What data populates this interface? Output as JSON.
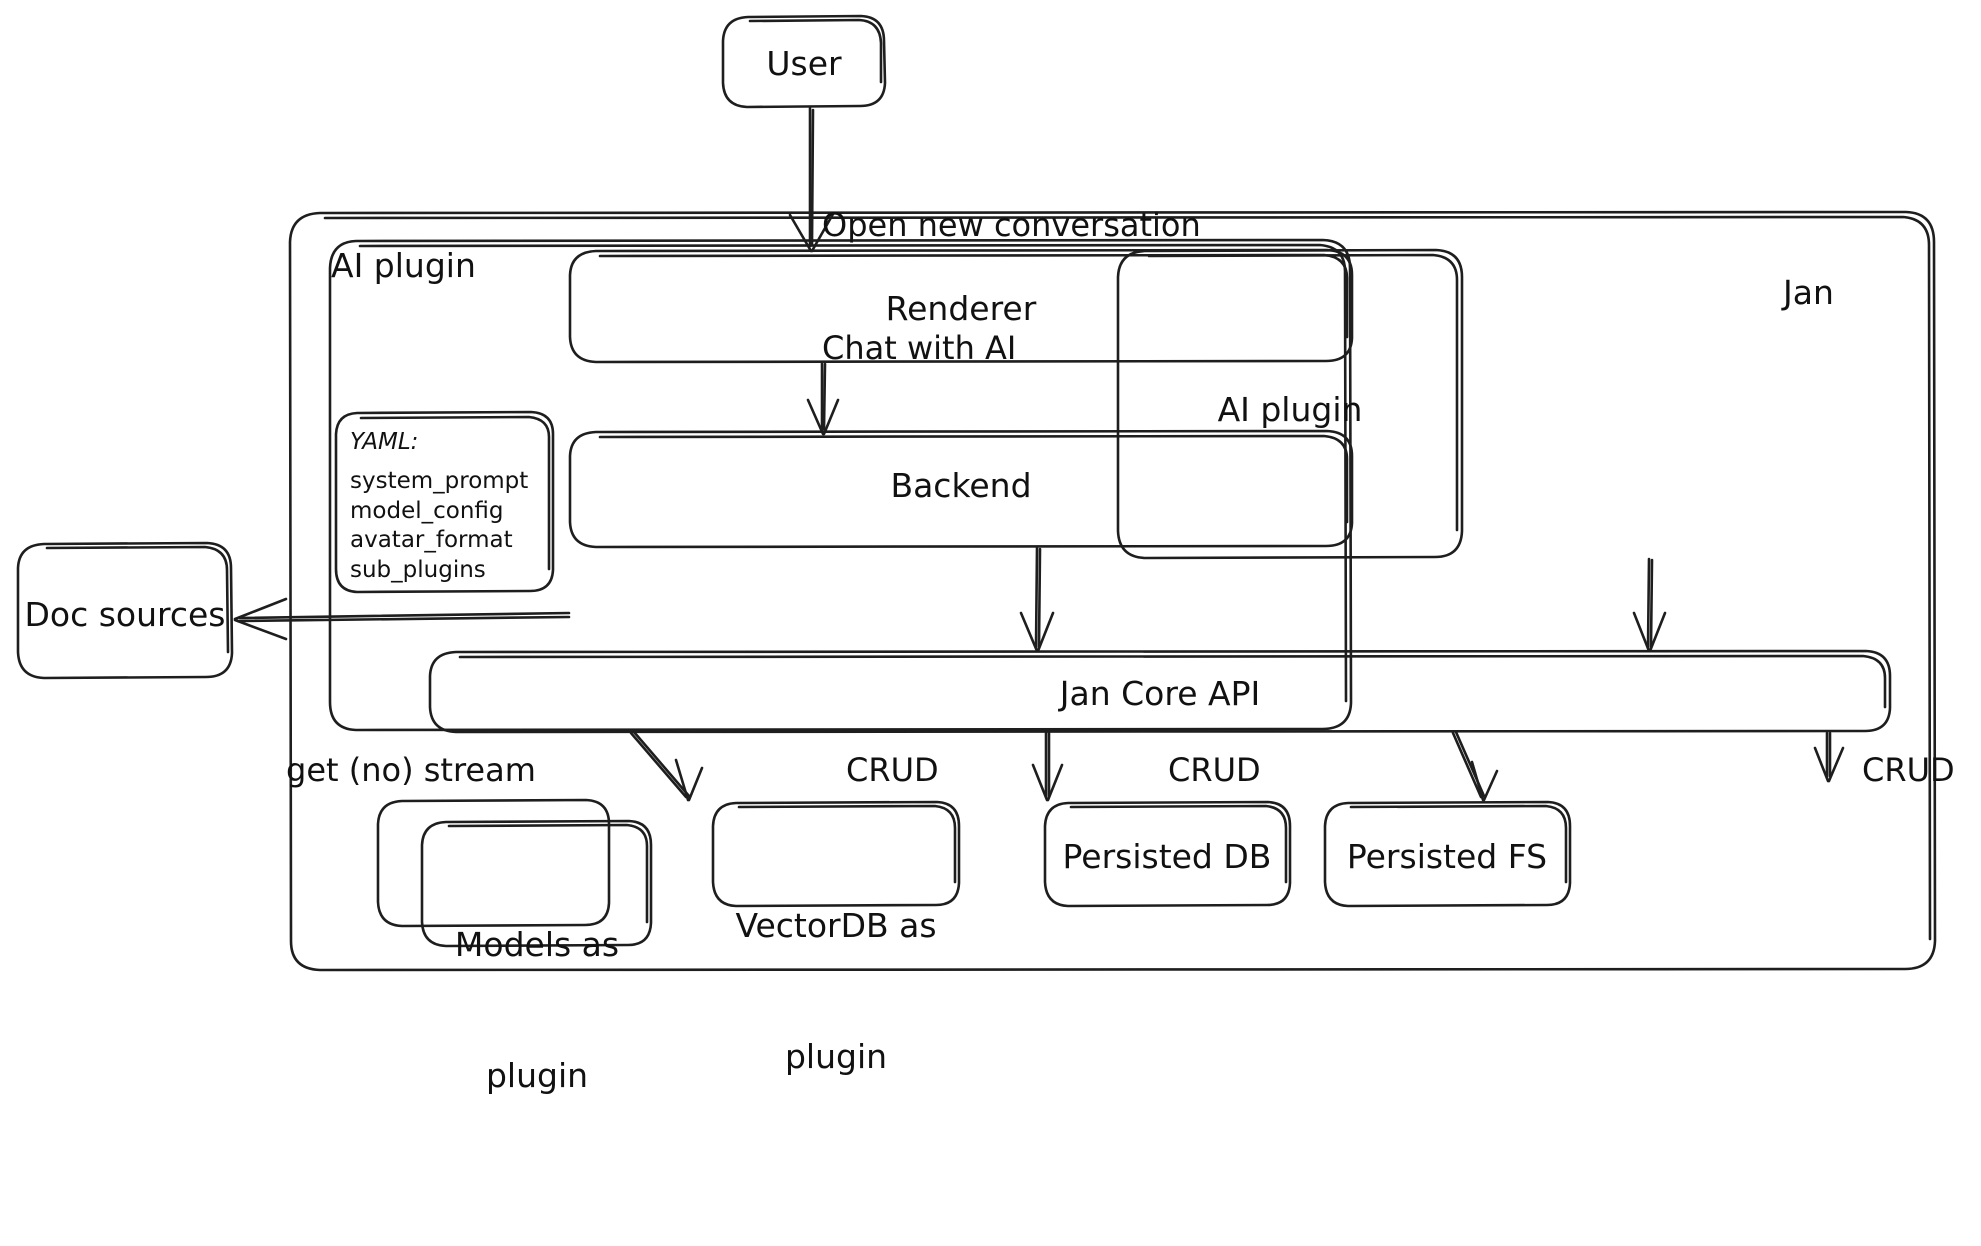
{
  "diagram": {
    "title": "Jan architecture diagram",
    "style": "hand-drawn excalidraw sketch",
    "stroke_color": "#1e1e1e",
    "background_color": "#ffffff"
  },
  "nodes": {
    "user": {
      "label": "User"
    },
    "jan_group": {
      "label": "Jan"
    },
    "ai_plugin_group": {
      "label": "AI plugin"
    },
    "renderer": {
      "label": "Renderer"
    },
    "backend": {
      "label": "Backend"
    },
    "ai_plugin_box": {
      "label": "AI plugin"
    },
    "doc_sources": {
      "label": "Doc sources"
    },
    "jan_core_api": {
      "label": "Jan Core API"
    },
    "models_plugin": {
      "line1": "Models as",
      "line2": "plugin"
    },
    "vectordb_plugin": {
      "line1": "VectorDB as",
      "line2": "plugin"
    },
    "persisted_db": {
      "label": "Persisted DB"
    },
    "persisted_fs": {
      "label": "Persisted FS"
    }
  },
  "yaml_card": {
    "title": "YAML:",
    "keys": [
      "system_prompt",
      "model_config",
      "avatar_format",
      "sub_plugins"
    ]
  },
  "edges": {
    "user_to_renderer": {
      "line1": "Open new conversation",
      "line2": "Chat with AI"
    },
    "renderer_to_backend": {
      "label": ""
    },
    "backend_to_doc_sources": {
      "label": ""
    },
    "backend_to_core": {
      "label": ""
    },
    "ai_plugin_to_core": {
      "label": ""
    },
    "core_to_models": {
      "label": "get (no) stream"
    },
    "core_to_vectordb": {
      "label": "CRUD"
    },
    "core_to_persisted_db": {
      "label": "CRUD"
    },
    "core_to_persisted_fs": {
      "label": "CRUD"
    }
  }
}
